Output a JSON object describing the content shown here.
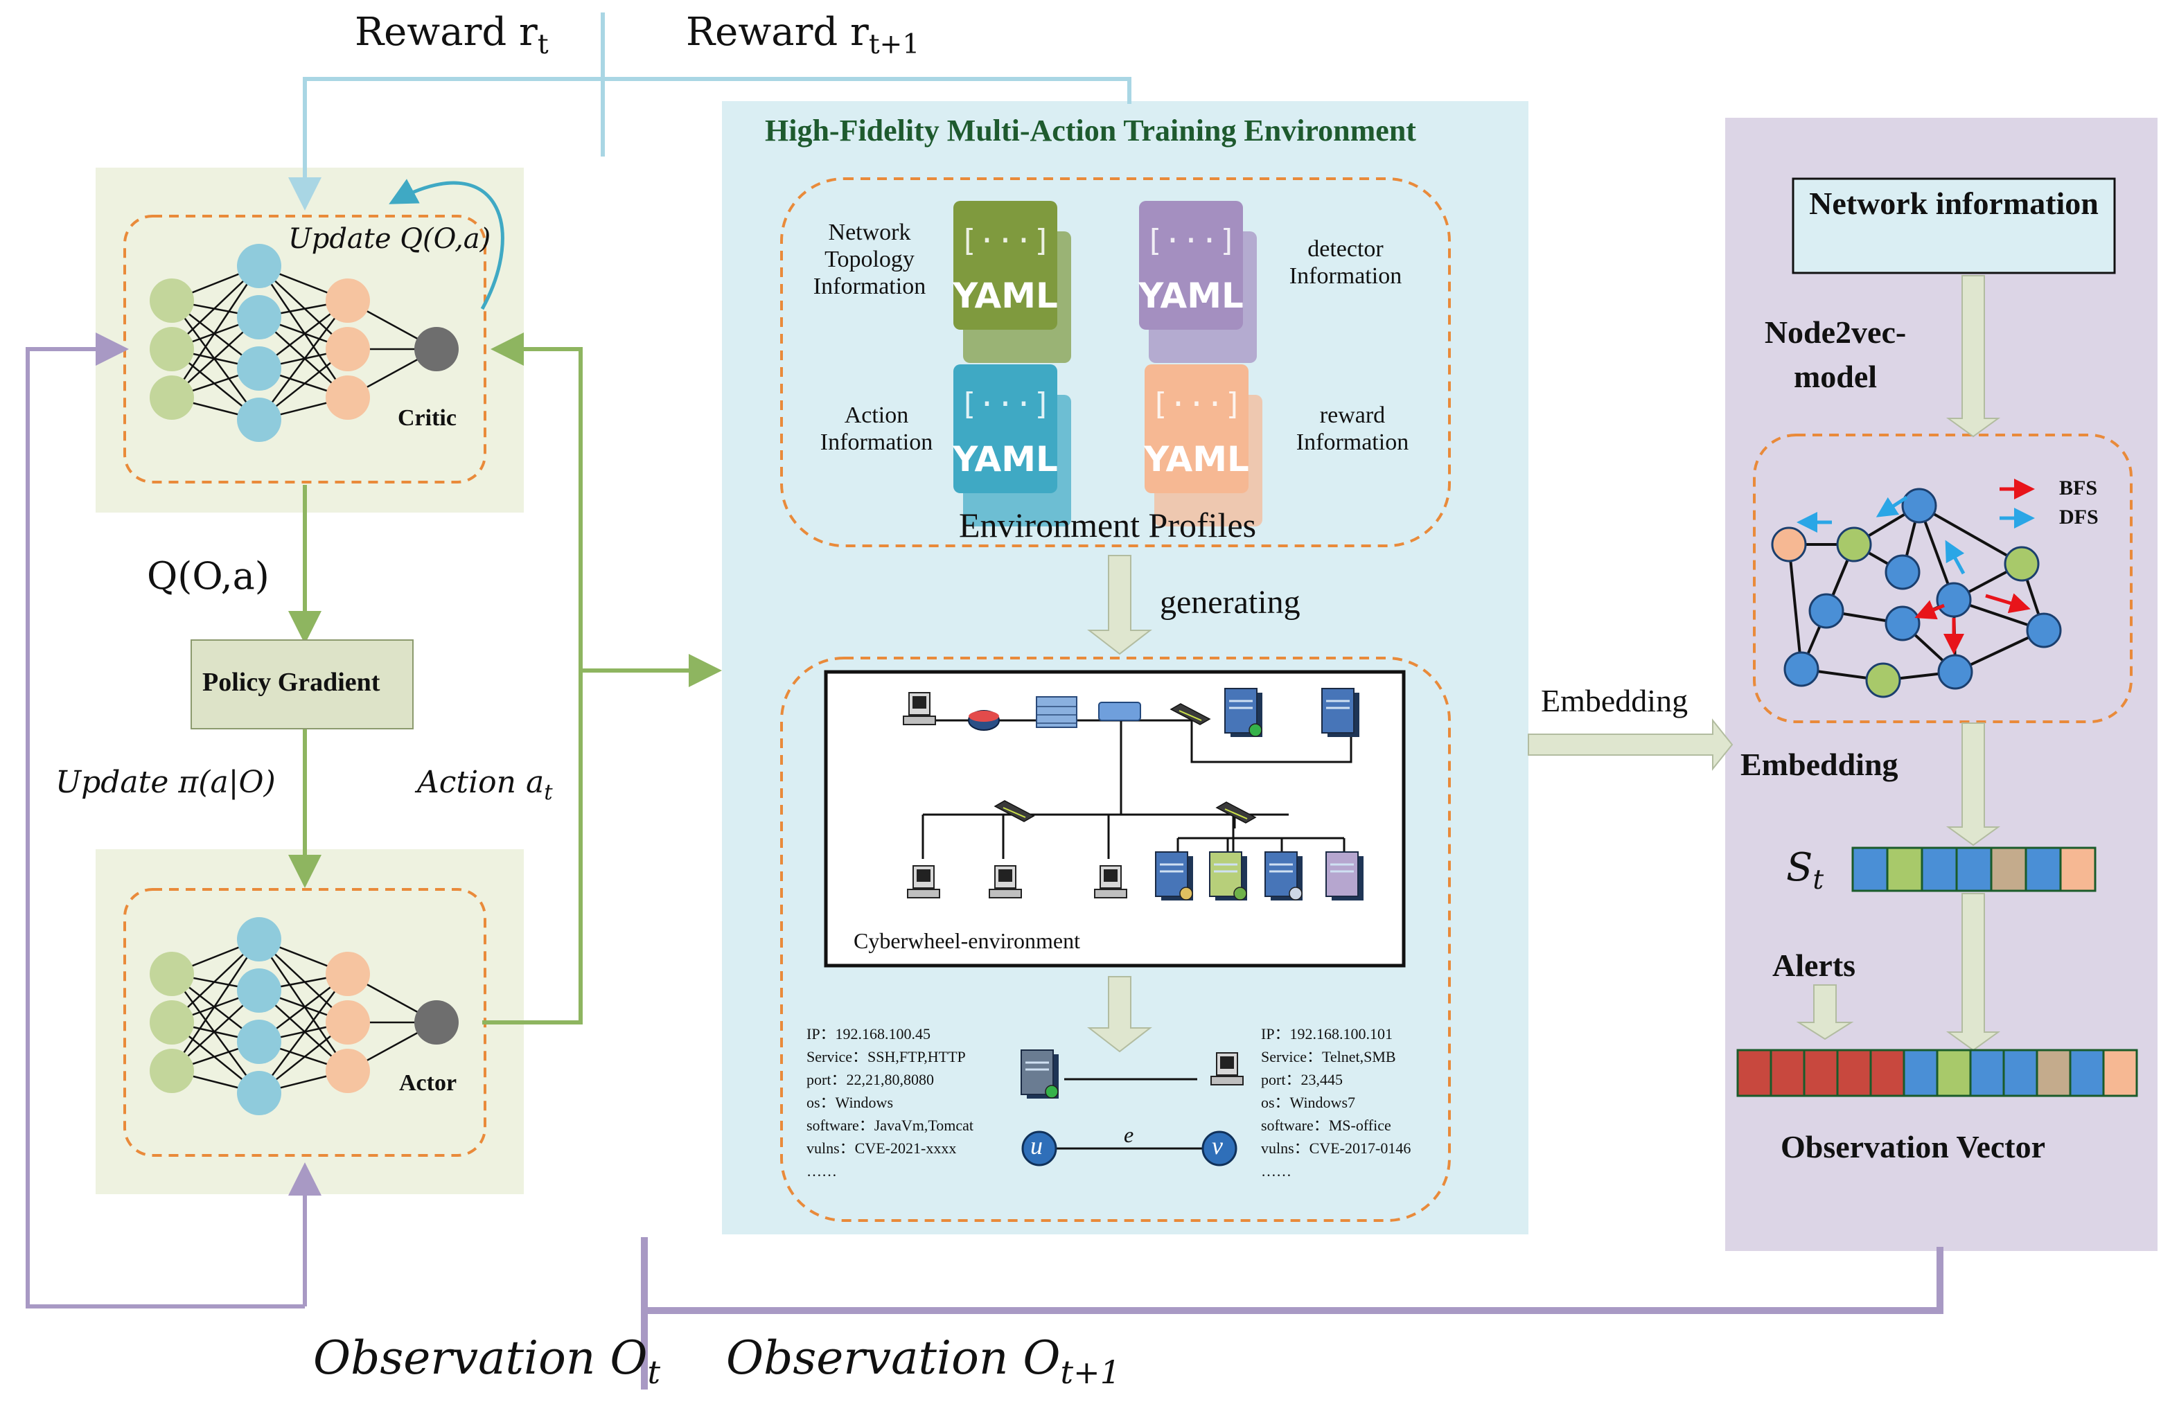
{
  "feedback": {
    "reward_t": "Reward r_t",
    "reward_t1": "Reward r_{t+1}",
    "observation_t": "Observation O_t",
    "observation_t1": "Observation O_{t+1}"
  },
  "agent": {
    "update_q": "Update Q(O,a)",
    "critic_label": "Critic",
    "q_value": "Q(O,a)",
    "policy_gradient": "Policy Gradient",
    "update_pi": "Update π(a|O)",
    "action": "Action a_t",
    "actor_label": "Actor"
  },
  "environment": {
    "title": "High-Fidelity Multi-Action Training Environment",
    "profiles_label": "Environment Profiles",
    "generating": "generating",
    "cyberwheel_label": "Cyberwheel-environment",
    "yaml_label": "YAML",
    "yaml_files": [
      {
        "label": "Network Topology Information",
        "color": "#7f9a3e"
      },
      {
        "label": "detector Information",
        "color": "#a48fc0"
      },
      {
        "label": "Action Information",
        "color": "#3fa9c4"
      },
      {
        "label": "reward Information",
        "color": "#f6b893"
      }
    ],
    "host_u": {
      "lines": [
        "IP：192.168.100.45",
        "Service：SSH,FTP,HTTP",
        "port：22,21,80,8080",
        "os：Windows",
        "software：JavaVm,Tomcat",
        "vulns：CVE-2021-xxxx",
        "……"
      ]
    },
    "host_v": {
      "lines": [
        "IP：192.168.100.101",
        "Service：Telnet,SMB",
        "port：23,445",
        "os：Windows7",
        "software：MS-office",
        "vulns：CVE-2017-0146",
        "……"
      ]
    },
    "edge": {
      "u": "u",
      "e": "e",
      "v": "v"
    }
  },
  "embedding_arrow_label": "Embedding",
  "observation_panel": {
    "network_info": "Network information",
    "node2vec": "Node2vec-model",
    "bfs": "BFS",
    "dfs": "DFS",
    "embedding": "Embedding",
    "state": "S_t",
    "alerts": "Alerts",
    "observation_vector": "Observation Vector",
    "state_vector_colors": [
      "#4a8fd6",
      "#a8c96a",
      "#4a8fd6",
      "#4a8fd6",
      "#c4ab8c",
      "#4a8fd6",
      "#f6b893"
    ],
    "alert_vector_colors": [
      "#c8483e",
      "#c8483e",
      "#c8483e",
      "#c8483e",
      "#c8483e",
      "#4a8fd6",
      "#a8c96a",
      "#4a8fd6",
      "#4a8fd6",
      "#c4ab8c",
      "#4a8fd6",
      "#f6b893"
    ]
  },
  "colors": {
    "reward_line": "#a9d6e4",
    "observation_line": "#a899c4",
    "action_line": "#8eb560",
    "dashed_border": "#e98a3a",
    "input_node": "#c3d69b",
    "hidden_node": "#8fcbdc",
    "output_node": "#f6c4a0",
    "final_node": "#6e6e6e",
    "panel_green": "#eef2e0",
    "panel_blue": "#daeef3",
    "panel_purple": "#dcd5e6"
  }
}
